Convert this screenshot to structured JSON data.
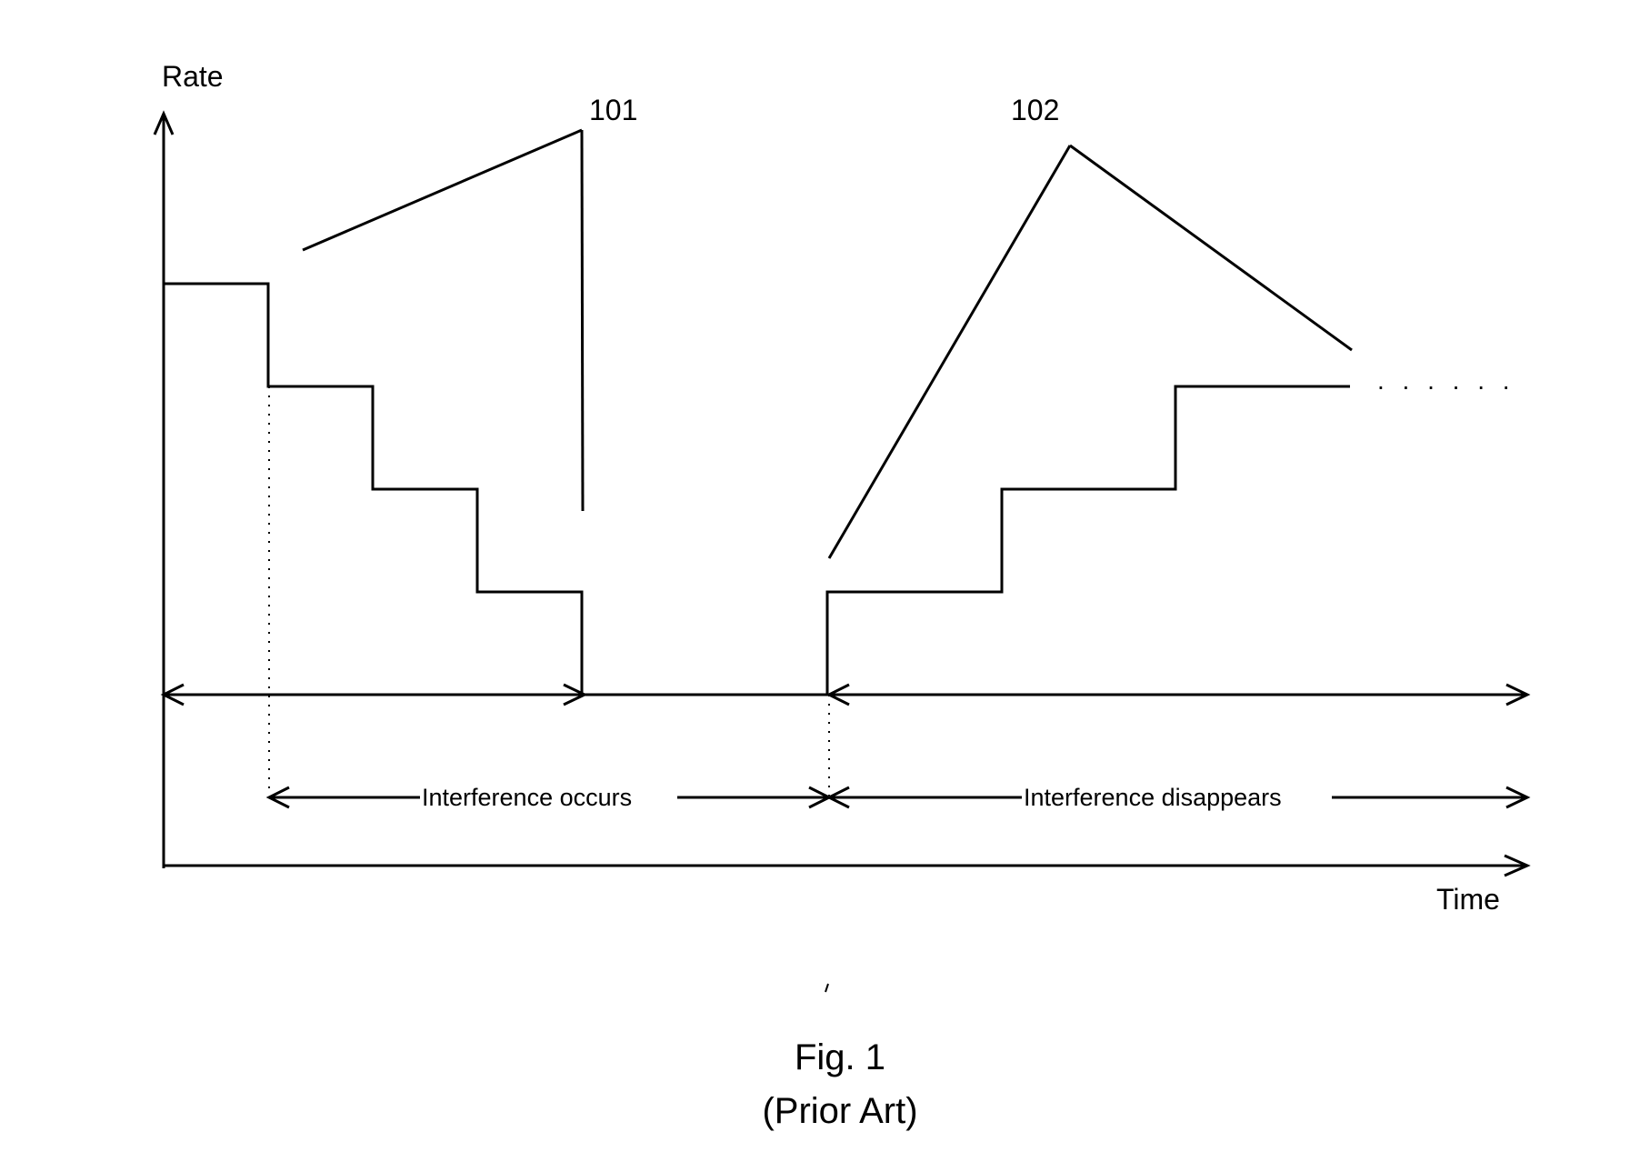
{
  "diagram": {
    "y_axis_label": "Rate",
    "x_axis_label": "Time",
    "reference_101": "101",
    "reference_102": "102",
    "interference_occurs_label": "Interference occurs",
    "interference_disappears_label": "Interference disappears",
    "continuation_marker": ". . . . . ."
  },
  "caption": {
    "figure_number": "Fig. 1",
    "note": "(Prior Art)"
  },
  "colors": {
    "line": "#000000",
    "background": "#ffffff"
  }
}
